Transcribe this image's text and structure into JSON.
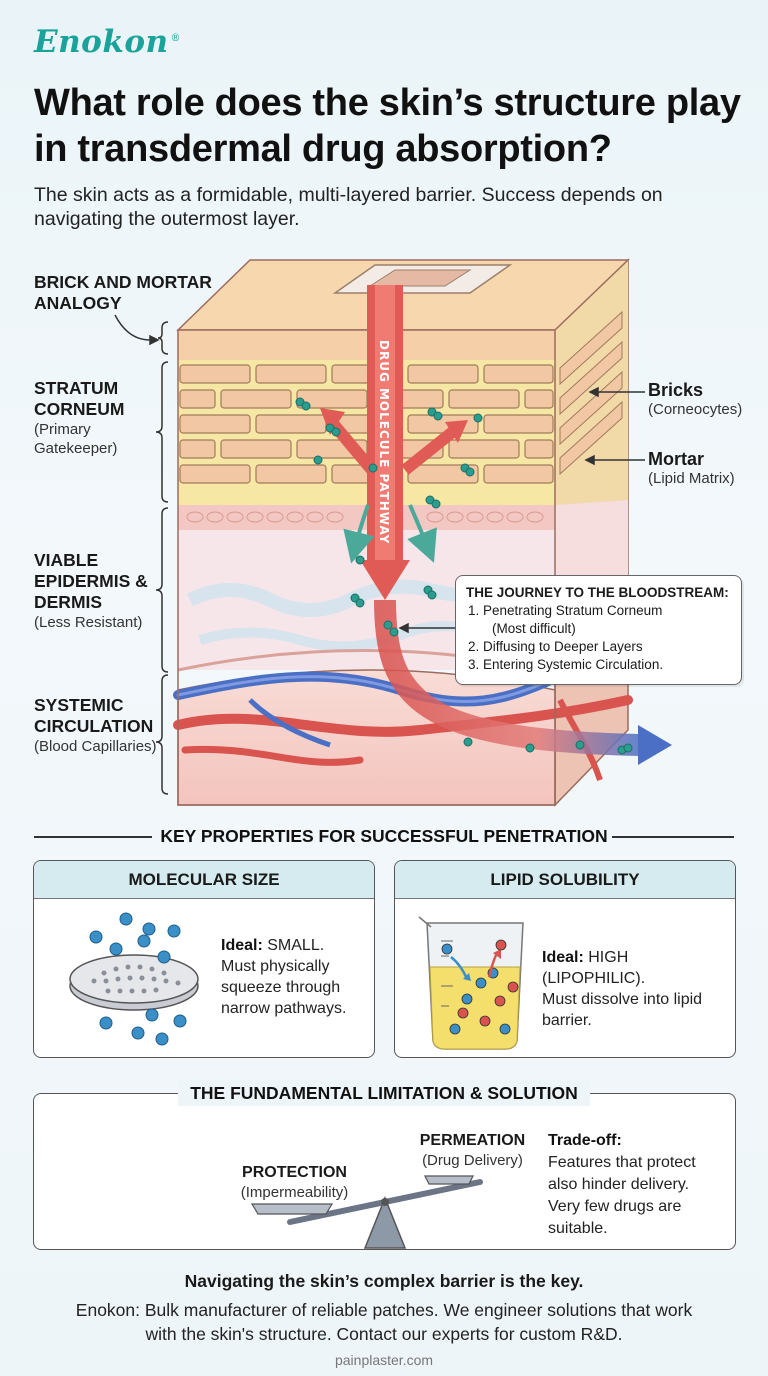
{
  "brand": {
    "name": "Enokon",
    "mark": "®"
  },
  "title": "What role does the skin’s structure play in transdermal drug absorption?",
  "subtitle": "The skin acts as a formidable, multi-layered barrier. Success depends on navigating the outermost layer.",
  "diagram": {
    "left_labels": [
      {
        "title": "BRICK AND MORTAR ANALOGY",
        "sub": ""
      },
      {
        "title": "STRATUM CORNEUM",
        "sub": "(Primary Gatekeeper)"
      },
      {
        "title": "VIABLE EPIDERMIS & DERMIS",
        "sub": "(Less Resistant)"
      },
      {
        "title": "SYSTEMIC CIRCULATION",
        "sub": "(Blood Capillaries)"
      }
    ],
    "right_labels": [
      {
        "title": "Bricks",
        "sub": "(Corneocytes)"
      },
      {
        "title": "Mortar",
        "sub": "(Lipid Matrix)"
      }
    ],
    "pathway_label": "DRUG MOLECULE PATHWAY",
    "journey": {
      "title": "THE JOURNEY TO THE BLOODSTREAM:",
      "steps": [
        "1. Penetrating Stratum Corneum",
        "(Most difficult)",
        "2. Diffusing to Deeper Layers",
        "3. Entering Systemic Circulation."
      ]
    }
  },
  "key_properties": {
    "heading": "KEY PROPERTIES FOR SUCCESSFUL PENETRATION",
    "size": {
      "title": "MOLECULAR SIZE",
      "ideal_label": "Ideal:",
      "ideal_value": "SMALL.",
      "text": "Must physically squeeze through narrow pathways."
    },
    "lipid": {
      "title": "LIPID SOLUBILITY",
      "ideal_label": "Ideal:",
      "ideal_value": "HIGH (LIPOPHILIC).",
      "text": "Must dissolve into lipid barrier."
    }
  },
  "limitation": {
    "heading": "THE FUNDAMENTAL LIMITATION & SOLUTION",
    "protection": {
      "title": "PROTECTION",
      "sub": "(Impermeability)"
    },
    "permeation": {
      "title": "PERMEATION",
      "sub": "(Drug Delivery)"
    },
    "tradeoff_label": "Trade-off:",
    "tradeoff_text": "Features that protect also hinder delivery. Very few drugs are suitable."
  },
  "footer": {
    "headline": "Navigating the skin’s complex barrier is the key.",
    "text": "Enokon: Bulk manufacturer of reliable patches. We engineer solutions that work with the skin's structure. Contact our experts for custom R&D.",
    "site": "painplaster.com"
  },
  "colors": {
    "brand": "#1aa39a",
    "blood_red": "#d9534f",
    "vein_blue": "#4a6fc4",
    "lipid_yellow": "#f2df6b",
    "molecule": "#2a9d8f"
  }
}
